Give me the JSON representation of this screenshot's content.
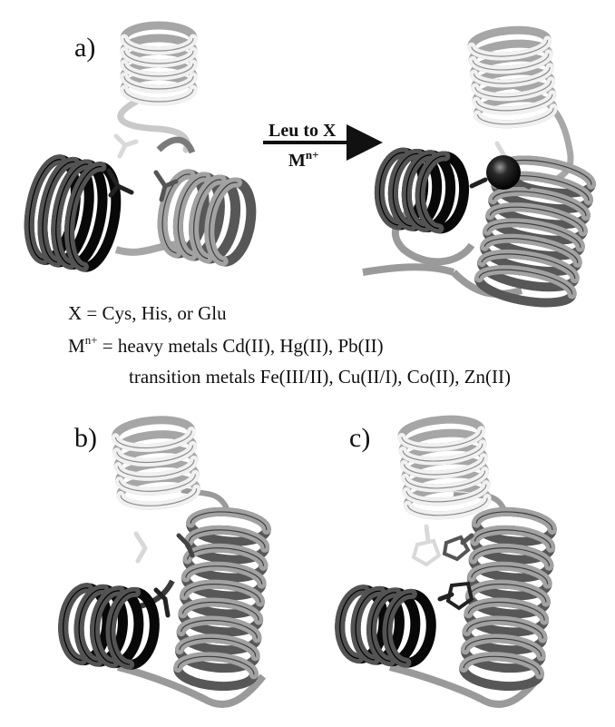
{
  "panels": {
    "a": "a)",
    "b": "b)",
    "c": "c)"
  },
  "arrow": {
    "top_label": "Leu to X",
    "bottom_label_base": "M",
    "bottom_label_sup": "n+"
  },
  "captions": {
    "x_line": "X = Cys, His, or Glu",
    "m_base": "M",
    "m_sup": "n+",
    "m_line_rest": " = heavy metals Cd(II), Hg(II), Pb(II)",
    "transition_line": "transition metals Fe(III/II), Cu(II/I), Co(II), Zn(II)"
  },
  "colors": {
    "helix_dark": "#2b2b2b",
    "helix_mid": "#7a7a7a",
    "helix_light": "#c9c9c9",
    "metal_ion": "#0d0d0d"
  }
}
